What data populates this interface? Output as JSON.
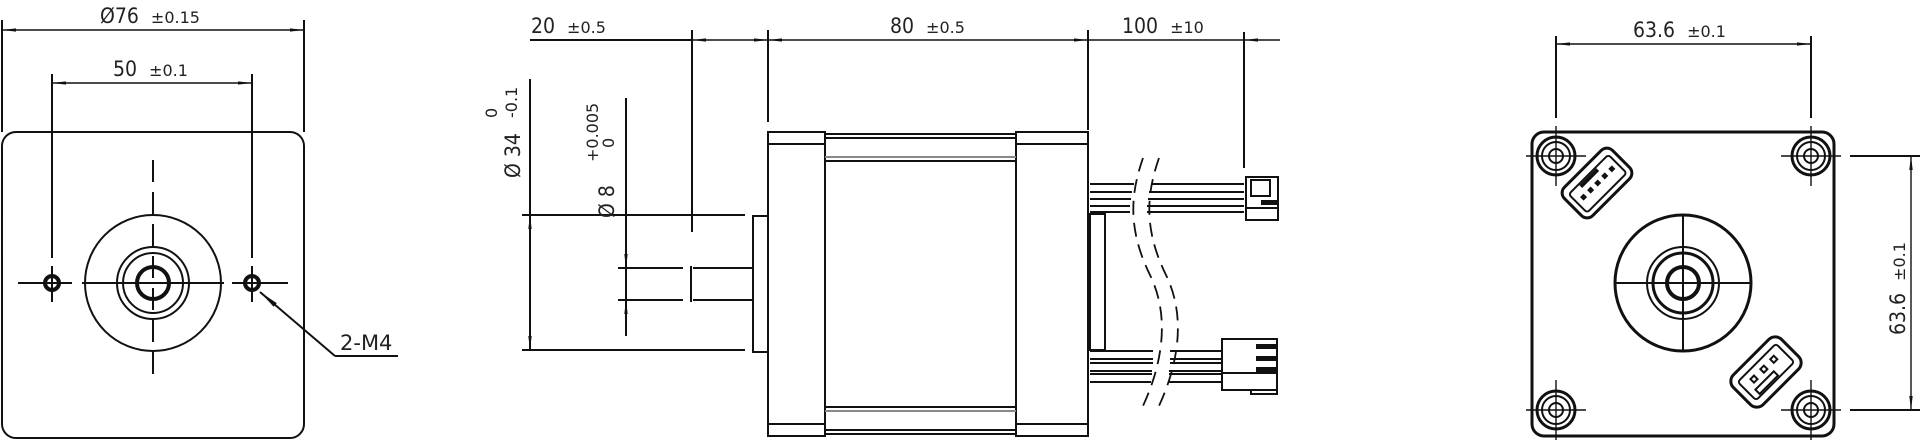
{
  "drawing": {
    "type": "stepper-motor-outline-drawing",
    "units": "mm",
    "line_color": "#111111",
    "background": "#ffffff"
  },
  "front_view": {
    "outer_diameter": {
      "value": "Ø76",
      "tolerance": "±0.15"
    },
    "hole_spacing": {
      "value": "50",
      "tolerance": "±0.1"
    },
    "hole_callout": "2-M4"
  },
  "side_view": {
    "shaft_length": {
      "value": "20",
      "tolerance": "±0.5"
    },
    "body_length": {
      "value": "80",
      "tolerance": "±0.5"
    },
    "lead_length": {
      "value": "100",
      "tolerance": "±10"
    },
    "boss_diameter": {
      "value": "Ø 34",
      "upper": "0",
      "lower": "-0.1"
    },
    "shaft_diameter": {
      "value": "Ø 8",
      "upper": "+0.005",
      "lower": "0"
    }
  },
  "rear_view": {
    "horizontal_hole_spacing": {
      "value": "63.6",
      "tolerance": "±0.1"
    },
    "vertical_hole_spacing": {
      "value": "63.6",
      "tolerance": "±0.1"
    }
  }
}
